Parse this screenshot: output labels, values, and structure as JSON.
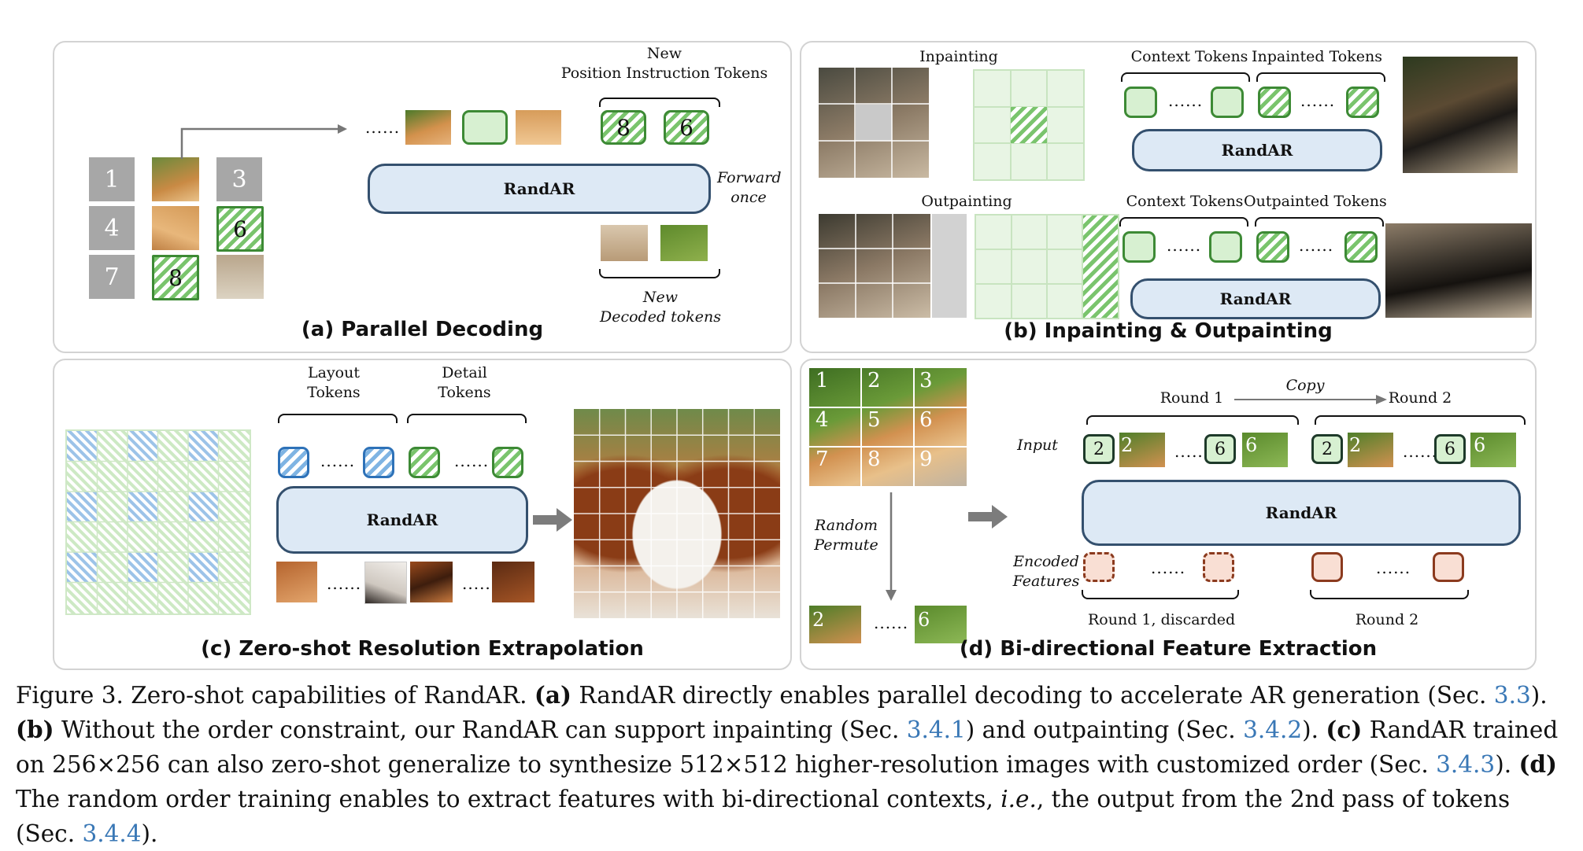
{
  "panel_a": {
    "title": "(a) Parallel Decoding",
    "model_label": "RandAR",
    "forward_label": "Forward\nonce",
    "new_position_label": "New\nPosition Instruction Tokens",
    "new_decoded_label": "New\nDecoded tokens",
    "grid_numbers": [
      "1",
      "3",
      "4",
      "6",
      "7",
      "8"
    ],
    "token_numbers": [
      "8",
      "6"
    ],
    "dots": "......"
  },
  "panel_b": {
    "title": "(b) Inpainting & Outpainting",
    "inpainting_label": "Inpainting",
    "outpainting_label": "Outpainting",
    "context_tokens_label": "Context Tokens",
    "inpainted_tokens_label": "Inpainted Tokens",
    "outpainted_tokens_label": "Outpainted Tokens",
    "model_label": "RandAR",
    "dots": "......"
  },
  "panel_c": {
    "title": "(c) Zero-shot Resolution Extrapolation",
    "layout_tokens_label": "Layout\nTokens",
    "detail_tokens_label": "Detail\nTokens",
    "model_label": "RandAR",
    "dots": "......"
  },
  "panel_d": {
    "title": "(d) Bi-directional Feature Extraction",
    "grid_numbers": [
      "1",
      "2",
      "3",
      "4",
      "5",
      "6",
      "7",
      "8",
      "9"
    ],
    "random_permute_label": "Random\nPermute",
    "round1_label": "Round 1",
    "round2_label": "Round 2",
    "copy_label": "Copy",
    "input_label": "Input",
    "encoded_label": "Encoded\nFeatures",
    "round1_discarded_label": "Round 1, discarded",
    "round2_bottom_label": "Round 2",
    "model_label": "RandAR",
    "token_numbers": [
      "2",
      "6"
    ],
    "dots": "......"
  },
  "caption": {
    "lead": "Figure 3.  Zero-shot capabilities of RandAR.",
    "a_tag": "(a)",
    "a_text": "RandAR directly enables parallel decoding to accelerate AR generation (Sec.",
    "ref_a": "3.3",
    "b_tag": "(b)",
    "b_text": "Without the order constraint, our RandAR can support inpainting (Sec.",
    "ref_b1": "3.4.1",
    "b_mid": ") and outpainting (Sec.",
    "ref_b2": "3.4.2",
    "c_tag": "(c)",
    "c_text": "RandAR trained on 256×256 can also zero-shot generalize to synthesize 512×512 higher-resolution images with customized order (Sec.",
    "ref_c": "3.4.3",
    "d_tag": "(d)",
    "d_text": "The random order training enables to extract features with bi-directional contexts,",
    "d_ie": "i.e.",
    "d_end": ", the output from the 2nd pass of tokens (Sec.",
    "ref_d": "3.4.4"
  },
  "colors": {
    "token_green": "#3d8a35",
    "token_blue": "#2e72b8",
    "model_fill": "#dde9f5",
    "feature_brown": "#8b3a1e",
    "link_blue": "#3a78b6"
  }
}
